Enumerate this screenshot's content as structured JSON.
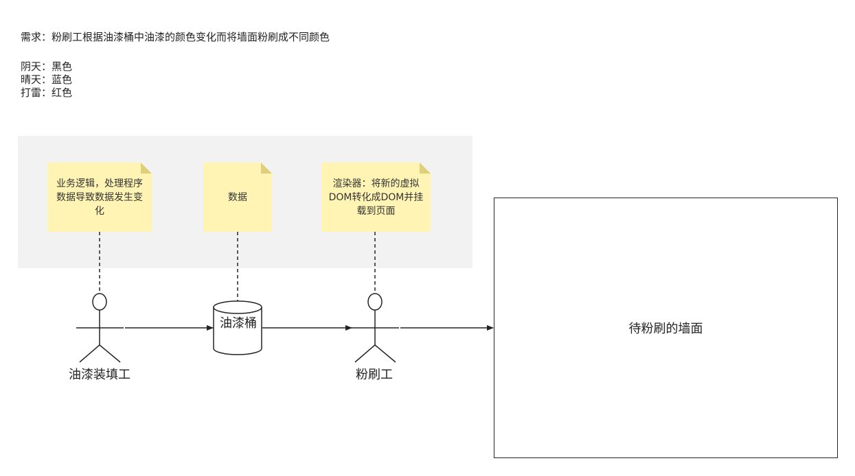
{
  "requirement": "需求：粉刷工根据油漆桶中油漆的颜色变化而将墙面粉刷成不同颜色",
  "weather_rules": [
    "阴天：黑色",
    "晴天：蓝色",
    "打雷：红色"
  ],
  "notes": {
    "business_logic": "业务逻辑，处理程序数据导致数据发生变化",
    "data": "数据",
    "renderer": "渲染器：将新的虚拟DOM转化成DOM并挂载到页面"
  },
  "nodes": {
    "filler": "油漆装填工",
    "bucket": "油漆桶",
    "painter": "粉刷工",
    "wall": "待粉刷的墙面"
  },
  "colors": {
    "panel": "#f2f2f2",
    "sticky": "#fff4b3",
    "line": "#222222"
  }
}
